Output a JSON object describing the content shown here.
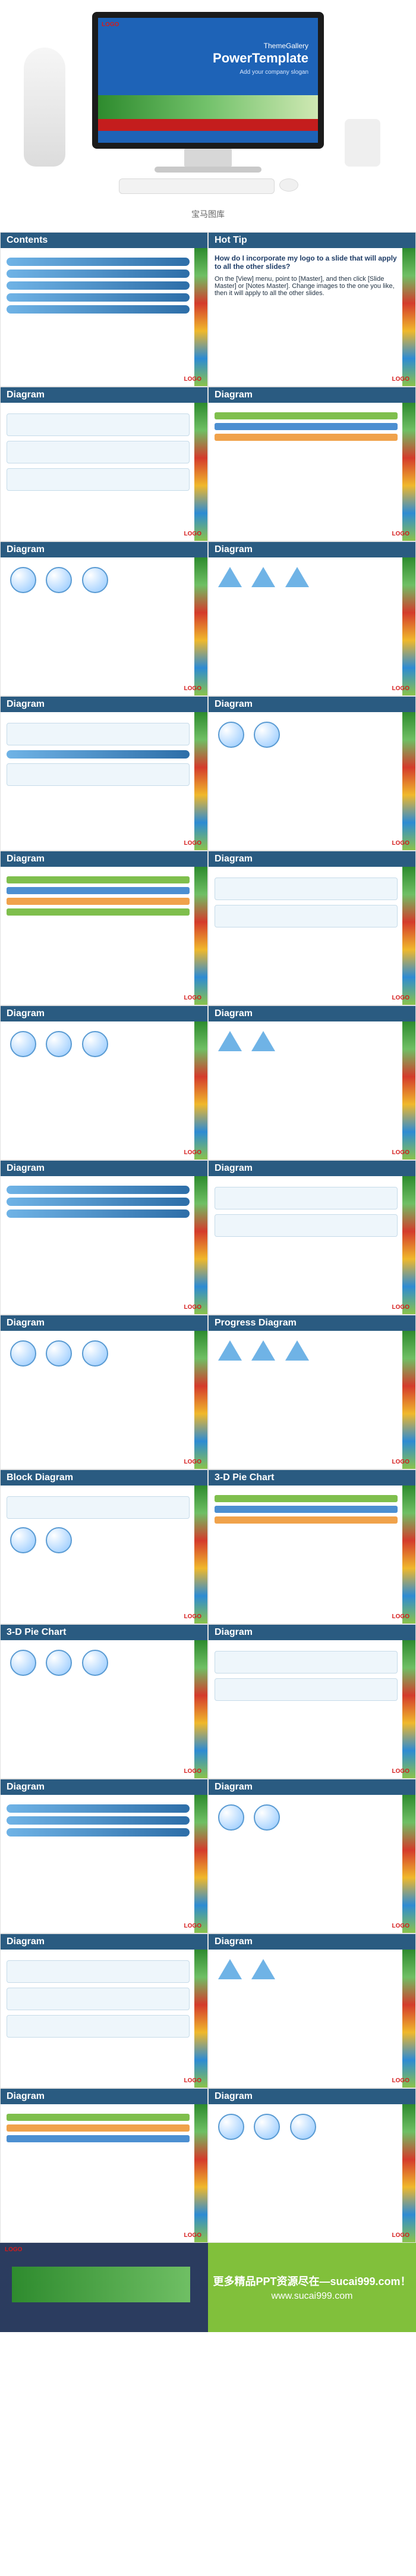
{
  "hero": {
    "logo": "LOGO",
    "sub1": "ThemeGallery",
    "title": "PowerTemplate",
    "sub2": "Add your company slogan",
    "caption": "宝马图库"
  },
  "tiles": [
    {
      "header": "Contents",
      "logo": "LOGO"
    },
    {
      "header": "Hot Tip",
      "logo": "LOGO",
      "tip_title": "How do I incorporate my logo to a slide that will apply to all the other slides?",
      "bullet1": "On the [View] menu, point to [Master], and then click [Slide Master] or [Notes Master]. Change images to the one you like, then it will apply to all the other slides."
    },
    {
      "header": "Diagram",
      "logo": "LOGO"
    },
    {
      "header": "Diagram",
      "logo": "LOGO"
    },
    {
      "header": "Diagram",
      "logo": "LOGO"
    },
    {
      "header": "Diagram",
      "logo": "LOGO"
    },
    {
      "header": "Diagram",
      "logo": "LOGO"
    },
    {
      "header": "Diagram",
      "logo": "LOGO"
    },
    {
      "header": "Diagram",
      "logo": "LOGO"
    },
    {
      "header": "Diagram",
      "logo": "LOGO"
    },
    {
      "header": "Diagram",
      "logo": "LOGO"
    },
    {
      "header": "Diagram",
      "logo": "LOGO"
    },
    {
      "header": "Diagram",
      "logo": "LOGO"
    },
    {
      "header": "Diagram",
      "logo": "LOGO"
    },
    {
      "header": "Diagram",
      "logo": "LOGO"
    },
    {
      "header": "Progress Diagram",
      "logo": "LOGO"
    },
    {
      "header": "Block Diagram",
      "logo": "LOGO"
    },
    {
      "header": "3-D Pie Chart",
      "logo": "LOGO"
    },
    {
      "header": "3-D Pie Chart",
      "logo": "LOGO"
    },
    {
      "header": "Diagram",
      "logo": "LOGO"
    },
    {
      "header": "Diagram",
      "logo": "LOGO"
    },
    {
      "header": "Diagram",
      "logo": "LOGO"
    },
    {
      "header": "Diagram",
      "logo": "LOGO"
    },
    {
      "header": "Diagram",
      "logo": "LOGO"
    },
    {
      "header": "Diagram",
      "logo": "LOGO"
    },
    {
      "header": "Diagram",
      "logo": "LOGO"
    }
  ],
  "footer": {
    "left_logo": "LOGO",
    "right_line1": "更多精品PPT资源尽在—sucai999.com！",
    "right_line2": "www.sucai999.com"
  }
}
